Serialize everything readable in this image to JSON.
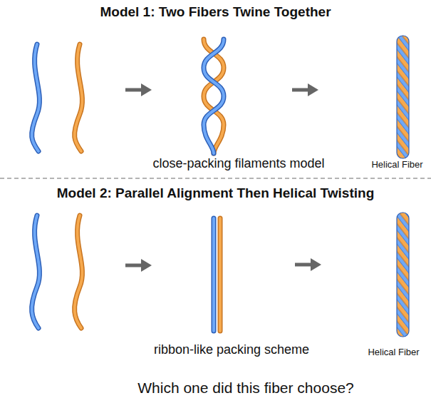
{
  "diagram": {
    "caption": "Which one did this fiber choose?",
    "labels": [
      "Model 1: Two Fibers Twine Together",
      "close-packing filaments model",
      "Helical Fiber",
      "Model 2: Parallel Alignment Then Helical Twisting",
      "ribbon-like packing scheme",
      "Helical Fiber"
    ]
  }
}
